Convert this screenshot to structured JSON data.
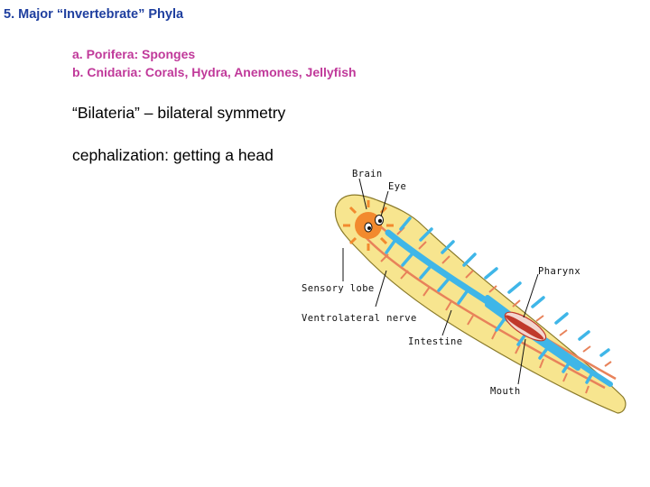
{
  "slide": {
    "title": "5. Major “Invertebrate” Phyla",
    "list": [
      "a. Porifera: Sponges",
      "b. Cnidaria: Corals, Hydra, Anemones, Jellyfish"
    ],
    "text1": "“Bilateria” – bilateral symmetry",
    "text2": "cephalization:  getting a head"
  },
  "diagram": {
    "labels": {
      "brain": "Brain",
      "eye": "Eye",
      "pharynx": "Pharynx",
      "sensory_lobe": "Sensory lobe",
      "ventrolateral_nerve": "Ventrolateral nerve",
      "intestine": "Intestine",
      "mouth": "Mouth"
    },
    "colors": {
      "body": "#f7e58f",
      "body_outline": "#8a7a2a",
      "intestine": "#3fb6e8",
      "brain": "#f28a2e",
      "nerve": "#e8825a",
      "pharynx": "#c0392b"
    }
  }
}
